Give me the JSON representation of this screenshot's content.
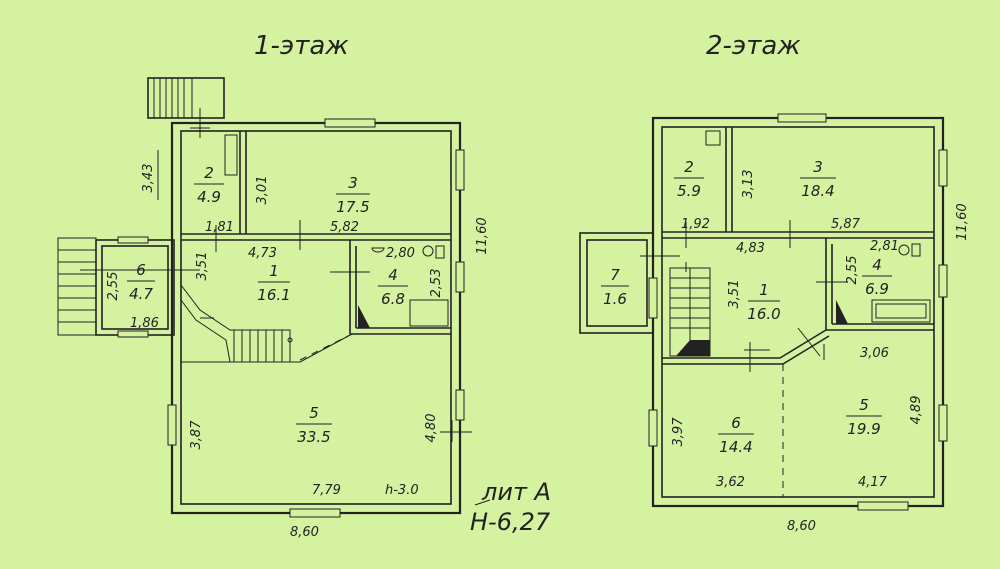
{
  "floor1": {
    "title": "1-этаж",
    "rooms": [
      {
        "num": "1",
        "area": "16.1"
      },
      {
        "num": "2",
        "area": "4.9"
      },
      {
        "num": "3",
        "area": "17.5"
      },
      {
        "num": "4",
        "area": "6.8"
      },
      {
        "num": "5",
        "area": "33.5"
      },
      {
        "num": "6",
        "area": "4.7"
      }
    ],
    "dims": [
      "3,43",
      "3,01",
      "1,81",
      "5,82",
      "11,60",
      "4,73",
      "2,80",
      "3,51",
      "2,53",
      "2,55",
      "1,86",
      "3,87",
      "4,80",
      "7,79",
      "h-3.0",
      "8,60"
    ]
  },
  "floor2": {
    "title": "2-этаж",
    "rooms": [
      {
        "num": "1",
        "area": "16.0"
      },
      {
        "num": "2",
        "area": "5.9"
      },
      {
        "num": "3",
        "area": "18.4"
      },
      {
        "num": "4",
        "area": "6.9"
      },
      {
        "num": "5",
        "area": "19.9"
      },
      {
        "num": "6",
        "area": "14.4"
      },
      {
        "num": "7",
        "area": "1.6"
      }
    ],
    "dims": [
      "3,13",
      "1,92",
      "5,87",
      "11,60",
      "4,83",
      "2,81",
      "3,51",
      "2,55",
      "3,06",
      "3,97",
      "4,89",
      "3,62",
      "4,17",
      "8,60"
    ]
  },
  "lit": {
    "line1": "лит А",
    "line2": "Н-6,27"
  }
}
